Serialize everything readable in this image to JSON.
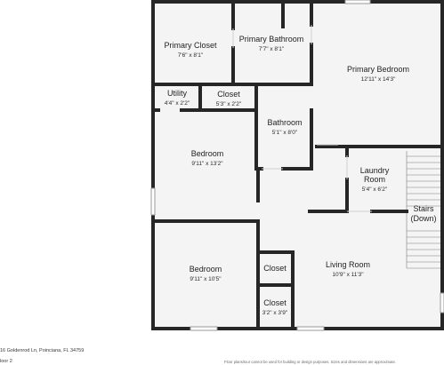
{
  "rooms": {
    "primary_closet": {
      "name": "Primary Closet",
      "dims": "7'6\" x 8'1\""
    },
    "primary_bathroom": {
      "name": "Primary Bathroom",
      "dims": "7'7\" x 8'1\""
    },
    "primary_bedroom": {
      "name": "Primary Bedroom",
      "dims": "12'11\" x 14'3\""
    },
    "utility": {
      "name": "Utility",
      "dims": "4'4\" x 2'2\""
    },
    "closet_upper": {
      "name": "Closet",
      "dims": "5'3\" x 2'2\""
    },
    "bathroom": {
      "name": "Bathroom",
      "dims": "5'1\" x 8'0\""
    },
    "bedroom_upper": {
      "name": "Bedroom",
      "dims": "9'11\" x 13'2\""
    },
    "laundry": {
      "name_line1": "Laundry",
      "name_line2": "Room",
      "dims": "5'4\" x 6'2\""
    },
    "stairs": {
      "name_line1": "Stairs",
      "name_line2": "(Down)"
    },
    "bedroom_lower": {
      "name": "Bedroom",
      "dims": "9'11\" x 10'5\""
    },
    "closet_mid": {
      "name": "Closet"
    },
    "closet_lower": {
      "name": "Closet",
      "dims": "3'2\" x 3'9\""
    },
    "living_room": {
      "name": "Living Room",
      "dims": "10'9\" x 11'3\""
    }
  },
  "footer": {
    "address": "16 Goldenrod Ln, Poinciana, FL 34759",
    "floor": "loor 2",
    "disclaimer": "Floor plans/tour cannot be used for building or design purposes. Sizes and dimensions are approximate."
  },
  "colors": {
    "wall": "#262626",
    "floor": "#f4f4f4",
    "window": "#9a9a9a",
    "stairs": "#7a7a7a"
  }
}
